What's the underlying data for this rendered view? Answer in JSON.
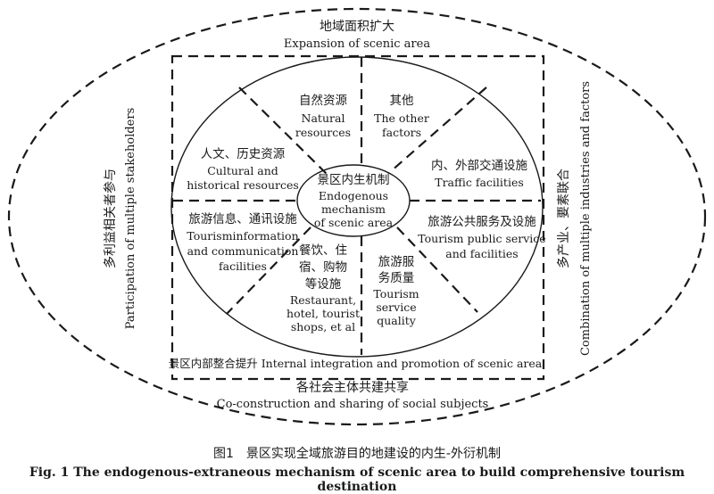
{
  "outer": {
    "top_zh": "地域面积扩大",
    "top_en": "Expansion of scenic area",
    "bottom_zh": "各社会主体共建共享",
    "bottom_en": "Co-construction and sharing of social subjects",
    "left_zh": "多利益相关者参与",
    "left_en": "Participation of multiple stakeholders",
    "right_zh": "多产业、要素联合",
    "right_en": "Combination of multiple industries and factors"
  },
  "rect_bottom": "景区内部整合提升 Internal integration and promotion of scenic area",
  "center": {
    "zh": "景区内生机制",
    "en": [
      "Endogenous",
      "mechanism",
      "of scenic area"
    ]
  },
  "sectors": {
    "natural": {
      "zh": "自然资源",
      "en": [
        "Natural",
        "resources"
      ]
    },
    "other": {
      "zh": "其他",
      "en": [
        "The other",
        "factors"
      ]
    },
    "traffic": {
      "zh": "内、外部交通设施",
      "en": [
        "Traffic facilities"
      ]
    },
    "public_service": {
      "zh": "旅游公共服务及设施",
      "en": [
        "Tourism public service",
        "and facilities"
      ]
    },
    "service_quality": {
      "zh": [
        "旅游服",
        "务质量"
      ],
      "en": [
        "Tourism",
        "service",
        "quality"
      ]
    },
    "restaurant": {
      "zh": [
        "餐饮、住",
        "宿、购物",
        "等设施"
      ],
      "en": [
        "Restaurant,",
        "hotel, tourist",
        "shops, et al"
      ]
    },
    "information": {
      "zh": "旅游信息、通讯设施",
      "en": [
        "Tourisminformation",
        "and communication",
        "facilities"
      ]
    },
    "cultural": {
      "zh": "人文、历史资源",
      "en": [
        "Cultural and",
        "historical resources"
      ]
    }
  },
  "caption": {
    "zh": "图1　景区实现全域旅游目的地建设的内生-外衍机制",
    "en": "Fig. 1   The endogenous-extraneous mechanism of scenic area to build comprehensive tourism destination"
  }
}
